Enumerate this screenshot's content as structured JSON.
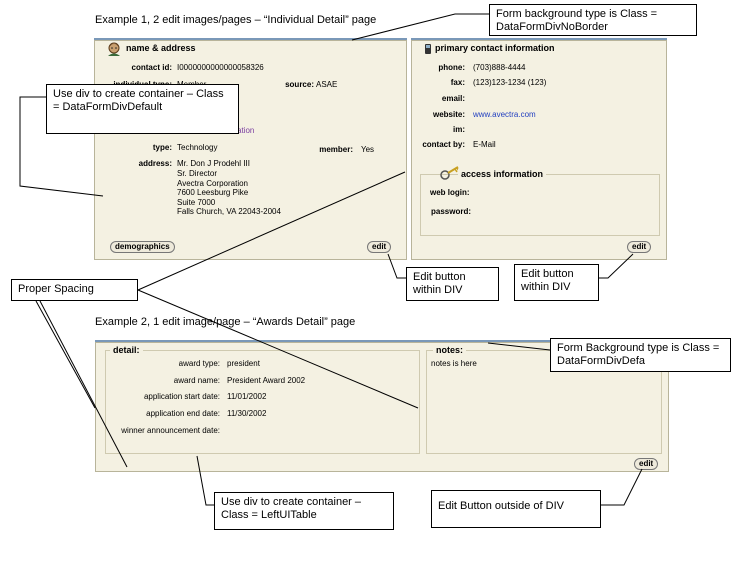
{
  "example1": {
    "title": "Example 1, 2 edit images/pages – “Individual Detail” page"
  },
  "example2": {
    "title": "Example 2, 1 edit image/page – “Awards Detail” page"
  },
  "callouts": {
    "form_bg_noborder": "Form background type is Class = DataFormDivNoBorder",
    "div_default": "Use div to create container – Class = DataFormDivDefault",
    "edit_within_1": "Edit button within DIV",
    "edit_within_2": "Edit button within DIV",
    "proper_spacing": "Proper Spacing",
    "form_bg_default": "Form Background type is Class = DataFormDivDefa",
    "left_ui_table": "Use div to create container – Class = LeftUITable",
    "edit_outside": "Edit Button outside of DIV"
  },
  "name_address": {
    "legend": "name & address",
    "contact_id_label": "contact id:",
    "contact_id": "I0000000000000058326",
    "individual_type_label": "individual type:",
    "individual_type": "Member",
    "source_label": "source:",
    "source": "ASAE",
    "partial_value": "ation",
    "type_label": "type:",
    "type": "Technology",
    "member_label": "member:",
    "member": "Yes",
    "address_label": "address:",
    "address_lines": [
      "Mr. Don J Prodehl III",
      "Sr. Director",
      "Avectra Corporation",
      "7600 Leesburg Pike",
      "Suite 7000",
      "Falls Church, VA 22043-2004"
    ],
    "demographics_button": "demographics",
    "edit_button": "edit"
  },
  "primary_contact": {
    "legend": "primary contact information",
    "phone_label": "phone:",
    "phone": "(703)888-4444",
    "fax_label": "fax:",
    "fax": "(123)123-1234 (123)",
    "email_label": "email:",
    "email": "",
    "website_label": "website:",
    "website": "www.avectra.com",
    "im_label": "im:",
    "im": "",
    "contact_by_label": "contact by:",
    "contact_by": "E-Mail",
    "edit_button": "edit"
  },
  "access_info": {
    "legend": "access information",
    "web_login_label": "web login:",
    "password_label": "password:"
  },
  "awards": {
    "detail_legend": "detail:",
    "notes_legend": "notes:",
    "award_type_label": "award type:",
    "award_type": "president",
    "award_name_label": "award name:",
    "award_name": "President Award 2002",
    "app_start_label": "application start date:",
    "app_start": "11/01/2002",
    "app_end_label": "application end date:",
    "app_end": "11/30/2002",
    "winner_label": "winner announcement date:",
    "winner": "",
    "notes_text": "notes is here",
    "edit_button": "edit"
  }
}
